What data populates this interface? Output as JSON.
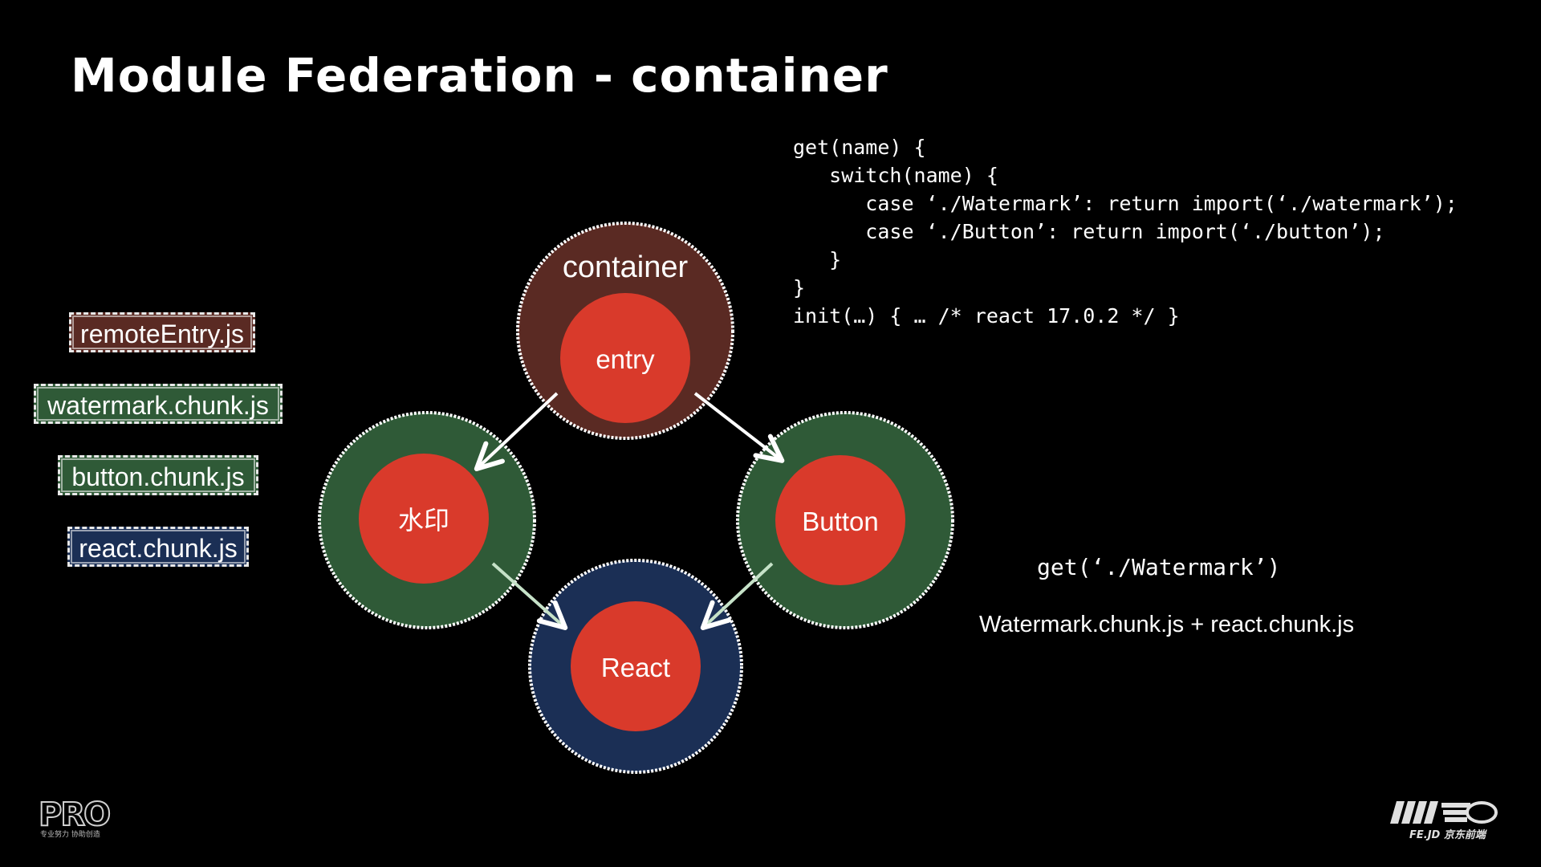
{
  "slide": {
    "title": "Module Federation - container"
  },
  "legend": [
    {
      "label": "remoteEntry.js",
      "color": "#5a2a23"
    },
    {
      "label": "watermark.chunk.js",
      "color": "#2f5a37"
    },
    {
      "label": "button.chunk.js",
      "color": "#2f5a37"
    },
    {
      "label": "react.chunk.js",
      "color": "#1b2f55"
    }
  ],
  "diagram": {
    "nodes": [
      {
        "id": "container",
        "outer_label": "container",
        "inner_label": "entry",
        "outer_color": "#5a2a23"
      },
      {
        "id": "watermark",
        "inner_label": "水印",
        "outer_color": "#2f5a37"
      },
      {
        "id": "button",
        "inner_label": "Button",
        "outer_color": "#2f5a37"
      },
      {
        "id": "react",
        "inner_label": "React",
        "outer_color": "#1b2f55"
      }
    ],
    "inner_color": "#d93a2b",
    "edges": [
      {
        "from": "container",
        "to": "watermark"
      },
      {
        "from": "container",
        "to": "button"
      },
      {
        "from": "watermark",
        "to": "react"
      },
      {
        "from": "button",
        "to": "react"
      }
    ]
  },
  "code": {
    "lines": [
      "get(name) {",
      "   switch(name) {",
      "      case ‘./Watermark’: return import(‘./watermark’);",
      "      case ‘./Button’: return import(‘./button’);",
      "   }",
      "}",
      "init(…) { … /* react 17.0.2 */ }"
    ]
  },
  "example": {
    "call": "get(‘./Watermark’)",
    "result": "Watermark.chunk.js + react.chunk.js"
  },
  "logos": {
    "left_text": "PRO",
    "left_subtext": "专业努力 协助创造",
    "right_text": "FE.JD 京东前端"
  }
}
